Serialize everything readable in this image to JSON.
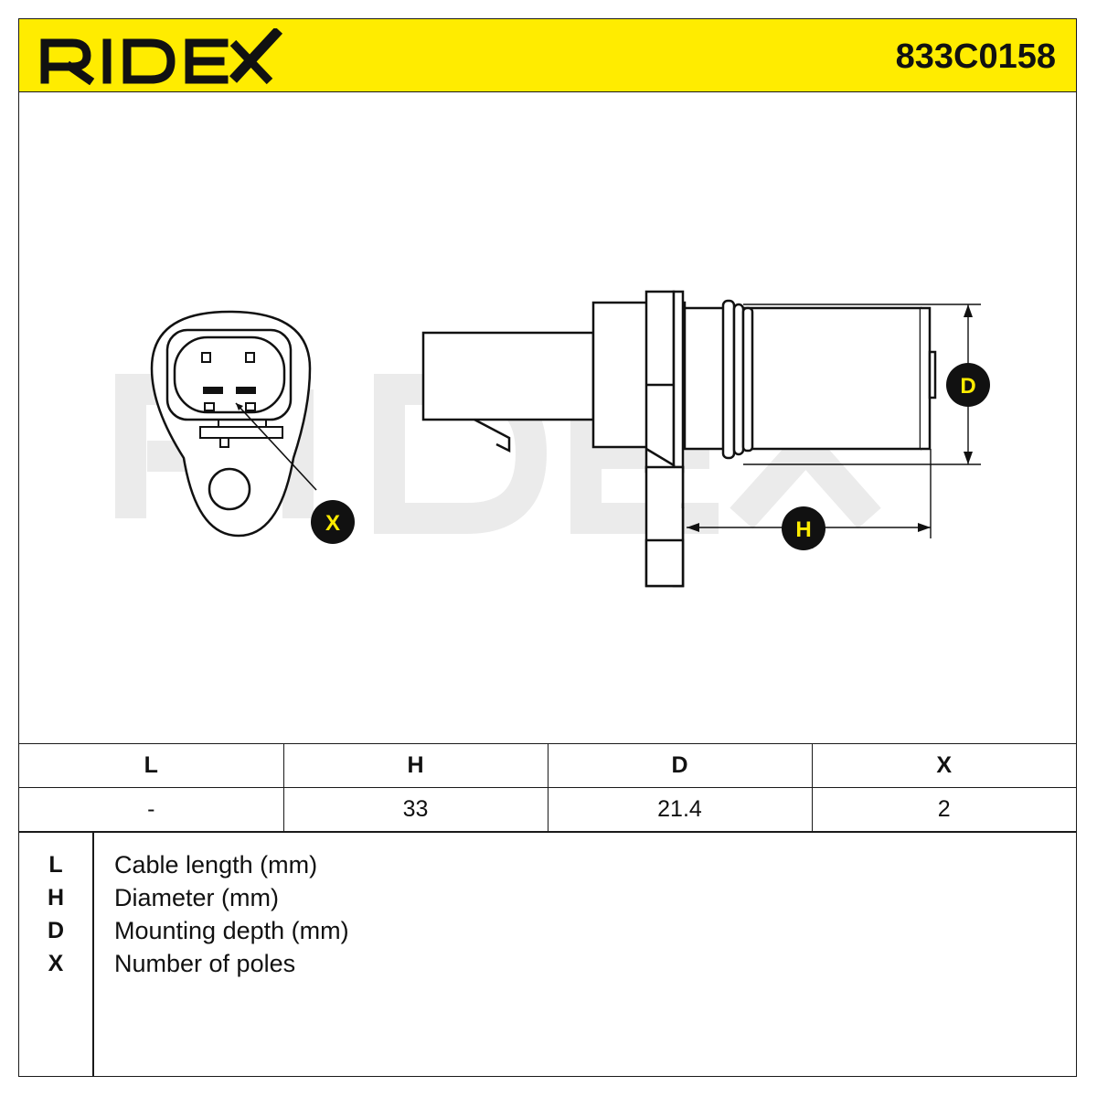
{
  "header": {
    "brand": "RIDEX",
    "part_number": "833C0158",
    "accent_color": "#ffec00"
  },
  "drawing": {
    "callouts": {
      "x": "X",
      "d": "D",
      "h": "H"
    },
    "watermark": "RIDEX"
  },
  "specs": {
    "headers": [
      "L",
      "H",
      "D",
      "X"
    ],
    "values": [
      "-",
      "33",
      "21.4",
      "2"
    ]
  },
  "legend": [
    {
      "key": "L",
      "desc": "Cable length (mm)"
    },
    {
      "key": "H",
      "desc": "Diameter (mm)"
    },
    {
      "key": "D",
      "desc": "Mounting depth (mm)"
    },
    {
      "key": "X",
      "desc": "Number of poles"
    }
  ]
}
